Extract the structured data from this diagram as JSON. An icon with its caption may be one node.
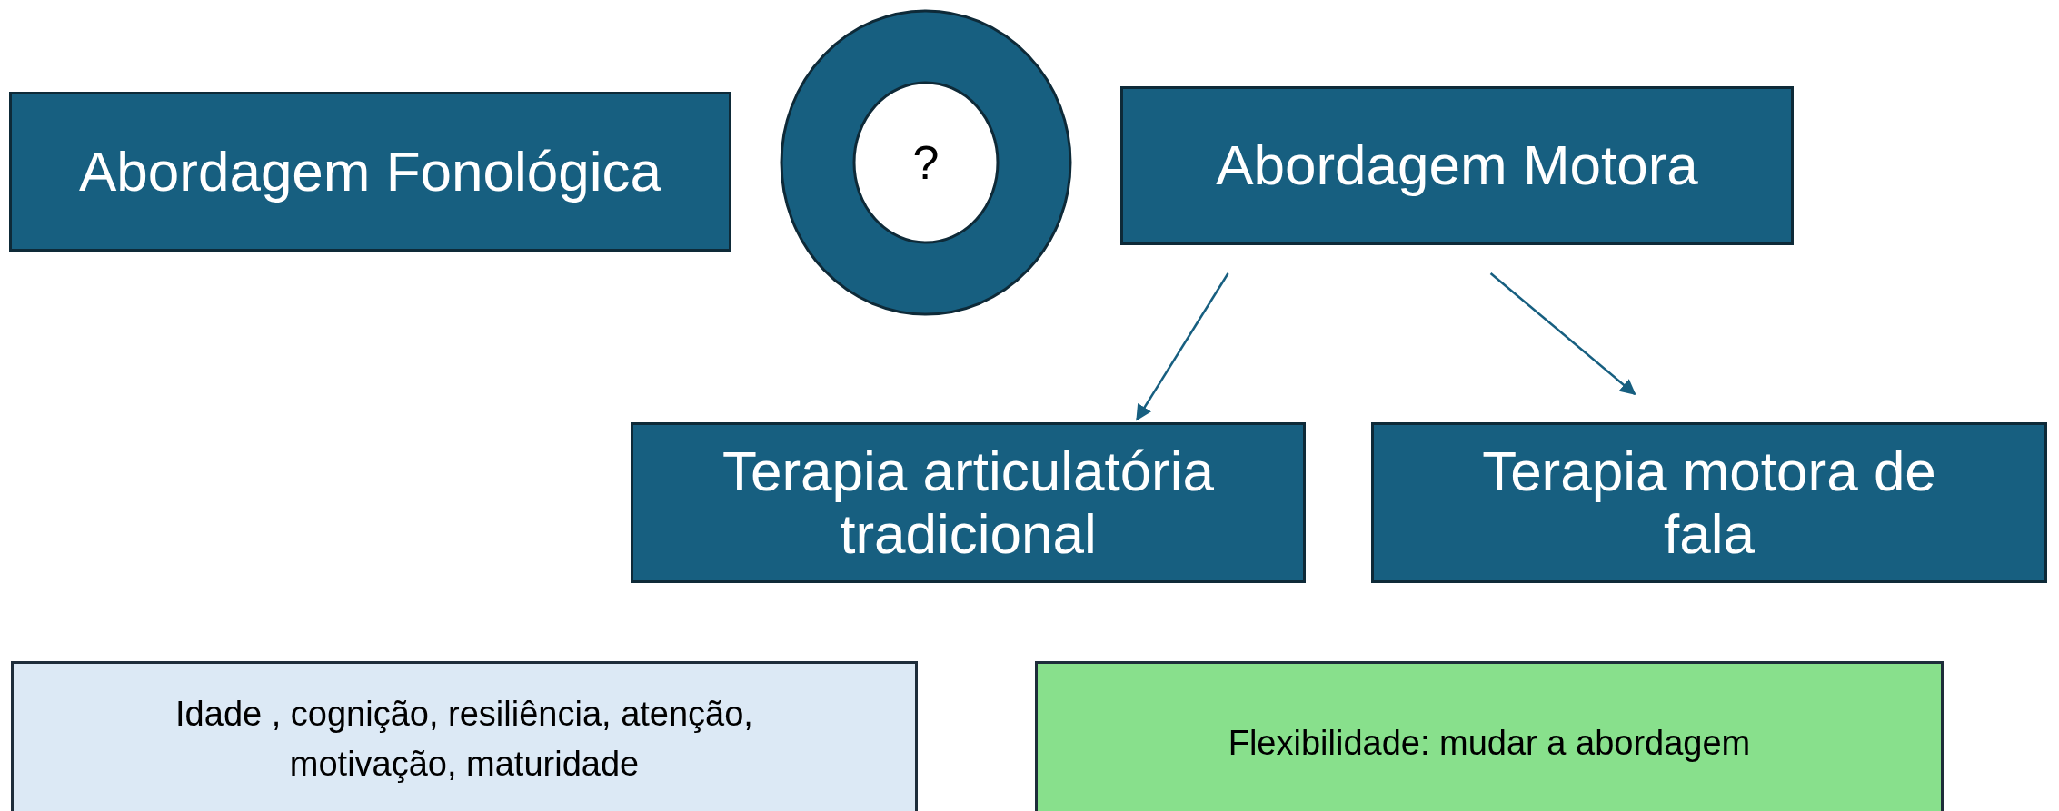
{
  "diagram": {
    "nodes": [
      {
        "text": [
          "Abordagem Fonológica"
        ]
      },
      {
        "text": [
          "?"
        ]
      },
      {
        "text": [
          "Abordagem Motora"
        ]
      },
      {
        "text": [
          "Terapia articulatória tradicional"
        ]
      },
      {
        "text": [
          "Terapia motora de fala"
        ]
      },
      {
        "text": [
          "Idade , cognição, resiliência, atenção, motivação, maturidade"
        ]
      },
      {
        "text": [
          "Flexibilidade: mudar a abordagem"
        ]
      }
    ],
    "edges": [
      {
        "from": 2,
        "to": 3,
        "arrow": "to"
      },
      {
        "from": 2,
        "to": 4,
        "arrow": "to"
      }
    ]
  }
}
